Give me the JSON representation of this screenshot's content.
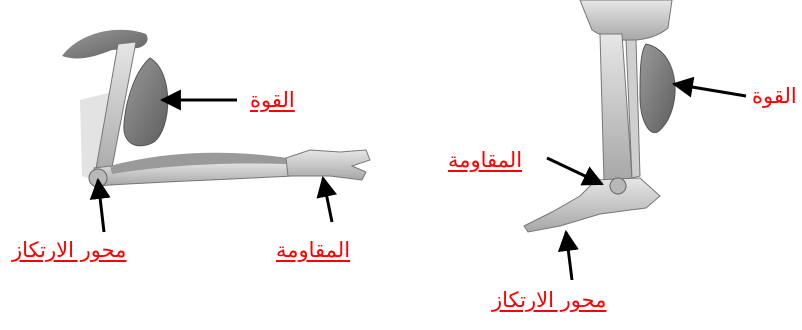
{
  "labels": {
    "arm": {
      "force": "القوة",
      "resistance": "المقاومة",
      "fulcrum": "محور الارتكاز"
    },
    "leg": {
      "force": "القوة",
      "resistance": "المقاومة",
      "fulcrum": "محور الارتكاز"
    }
  },
  "colors": {
    "label_text": "#ff0000",
    "arrow": "#000000",
    "bone": "#d9d9d9",
    "muscle": "#7a7a7a"
  }
}
